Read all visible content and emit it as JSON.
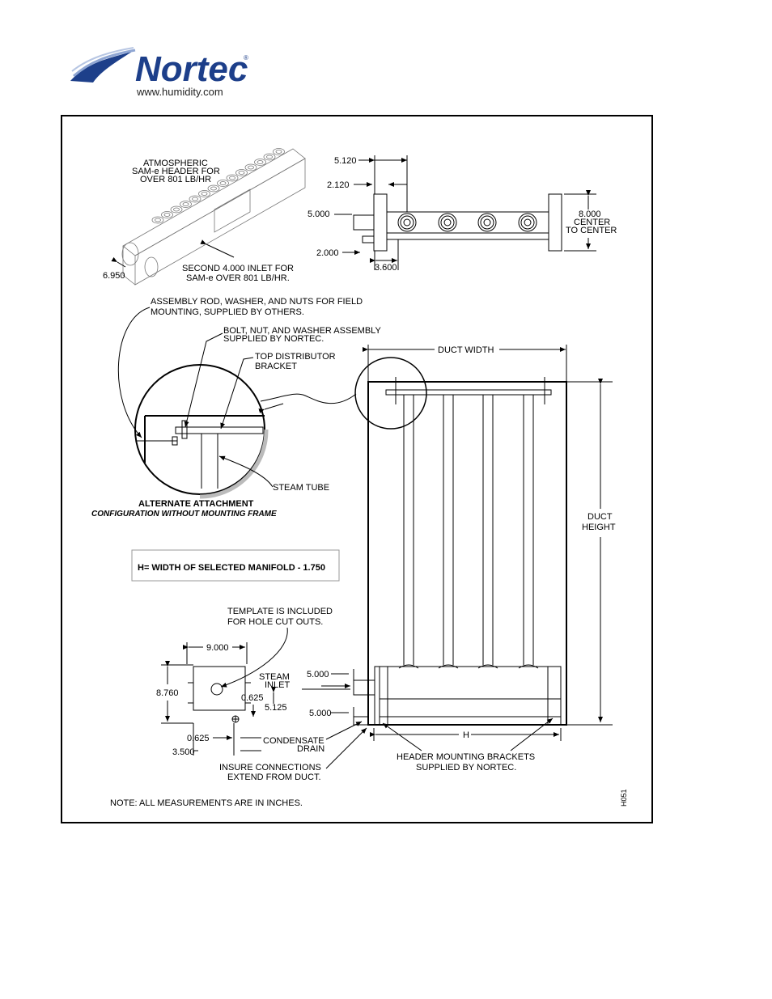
{
  "brand": {
    "name": "Nortec",
    "registered": "®",
    "url": "www.humidity.com",
    "color": "#1d3f8a",
    "wave_color": "#8fa6d3"
  },
  "iso": {
    "header_label": [
      "ATMOSPHERIC",
      "SAM-e HEADER FOR",
      "OVER 801 LB/HR"
    ],
    "second_inlet": [
      "SECOND 4.000 INLET FOR",
      "SAM-e OVER 801 LB/HR."
    ],
    "dim_6950": "6.950"
  },
  "top_view": {
    "d_5120": "5.120",
    "d_2120": "2.120",
    "d_5000": "5.000",
    "d_2000": "2.000",
    "d_3600": "3.600",
    "center": [
      "8.000",
      "CENTER",
      "TO CENTER"
    ]
  },
  "detail": {
    "assembly_rod": [
      "ASSEMBLY ROD, WASHER, AND NUTS FOR FIELD",
      "MOUNTING, SUPPLIED BY OTHERS."
    ],
    "bolt_nut": [
      "BOLT, NUT, AND WASHER ASSEMBLY",
      "SUPPLIED BY NORTEC."
    ],
    "top_bracket": [
      "TOP DISTRIBUTOR",
      "BRACKET"
    ],
    "steam_tube": "STEAM TUBE",
    "title": "ALTERNATE ATTACHMENT",
    "subtitle": "CONFIGURATION WITHOUT  MOUNTING FRAME"
  },
  "formula": "H= WIDTH OF SELECTED MANIFOLD - 1.750",
  "duct": {
    "width": "DUCT WIDTH",
    "height": [
      "DUCT",
      "HEIGHT"
    ],
    "h_label": "H",
    "brackets": [
      "HEADER MOUNTING BRACKETS",
      "SUPPLIED BY NORTEC."
    ],
    "d_5000_top": "5.000",
    "d_5000_bot": "5.000"
  },
  "template": {
    "note": [
      "TEMPLATE IS INCLUDED",
      "FOR HOLE CUT OUTS."
    ],
    "d_9000": "9.000",
    "d_8760": "8.760",
    "d_0625a": "0.625",
    "d_5125": "5.125",
    "d_0625b": "0.625",
    "d_3500": "3.500",
    "steam_inlet": [
      "STEAM",
      "INLET"
    ],
    "condensate": [
      "CONDENSATE",
      "DRAIN"
    ],
    "insure": [
      "INSURE CONNECTIONS",
      "EXTEND FROM DUCT."
    ]
  },
  "note": "NOTE: ALL MEASUREMENTS ARE IN INCHES.",
  "drawing_no": "H051"
}
